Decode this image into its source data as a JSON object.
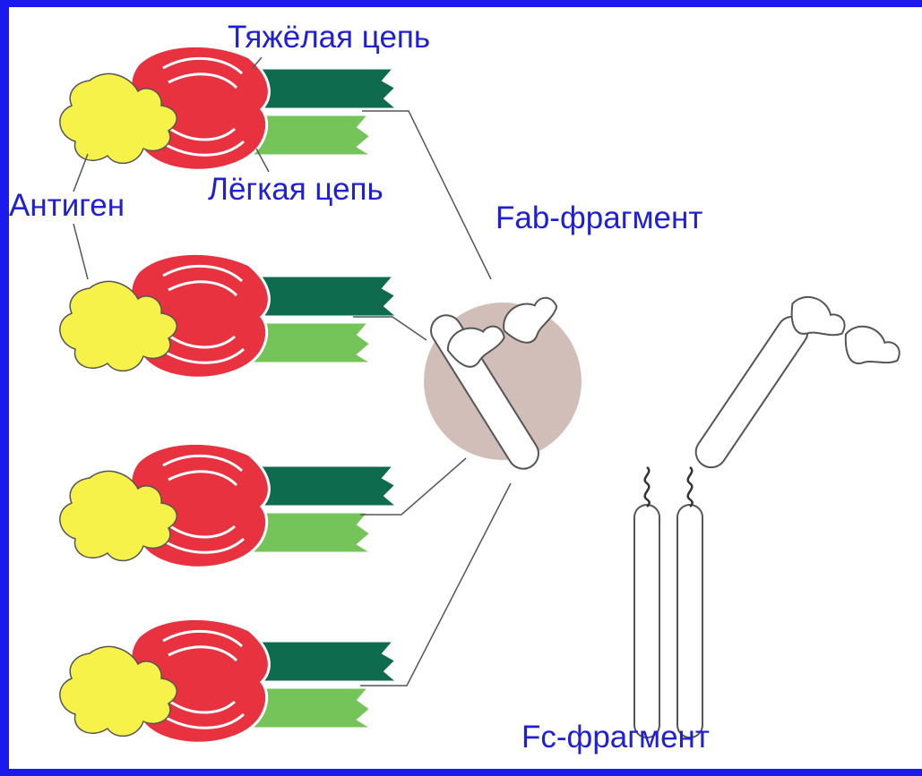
{
  "labels": {
    "heavy_chain": "Тяжёлая цепь",
    "light_chain": "Лёгкая цепь",
    "antigen": "Антиген",
    "fab_fragment": "Fab-фрагмент",
    "fc_fragment": "Fc-фрагмент"
  },
  "colors": {
    "frame": "#1a1aee",
    "label_text": "#1f1fd6",
    "antigen": "#f6f24a",
    "variable_domain": "#e8323f",
    "heavy_chain": "#0f6b4e",
    "light_chain": "#74c45a",
    "fab_highlight": "#c9b3ad",
    "antibody_outline": "#555555"
  },
  "figure": {
    "binding_complexes": [
      "complex-1",
      "complex-2",
      "complex-3",
      "complex-4"
    ]
  }
}
